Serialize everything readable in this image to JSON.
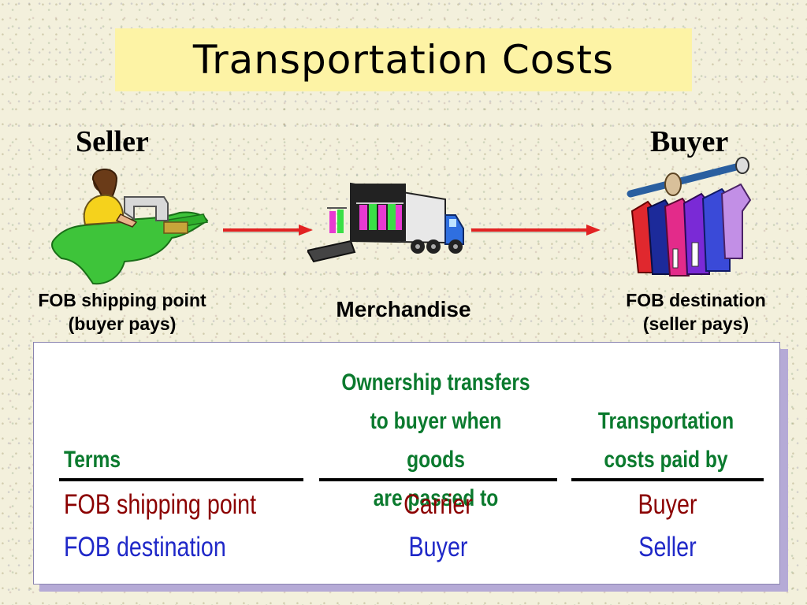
{
  "title": "Transportation Costs",
  "parties": {
    "seller": "Seller",
    "buyer": "Buyer"
  },
  "captions": {
    "left_line1": "FOB shipping point",
    "left_line2": "(buyer pays)",
    "middle": "Merchandise",
    "right_line1": "FOB destination",
    "right_line2": "(seller pays)"
  },
  "table": {
    "headers": {
      "terms": "Terms",
      "ownership": [
        "Ownership transfers",
        "to buyer when goods",
        "are passed to"
      ],
      "paid_by": [
        "Transportation",
        "costs paid by"
      ]
    },
    "rows": [
      {
        "terms": "FOB shipping point",
        "ownership": "Carrier",
        "paid_by": "Buyer"
      },
      {
        "terms": "FOB destination",
        "ownership": "Buyer",
        "paid_by": "Seller"
      }
    ]
  },
  "colors": {
    "title_bg": "#fdf3a5",
    "header_green": "#0b7a2e",
    "row1_red": "#8b0000",
    "row2_blue": "#1f28c8",
    "arrow_red": "#e22222"
  },
  "icons": [
    "seamstress-icon",
    "delivery-truck-icon",
    "clothes-rack-icon",
    "arrow-right-icon"
  ]
}
